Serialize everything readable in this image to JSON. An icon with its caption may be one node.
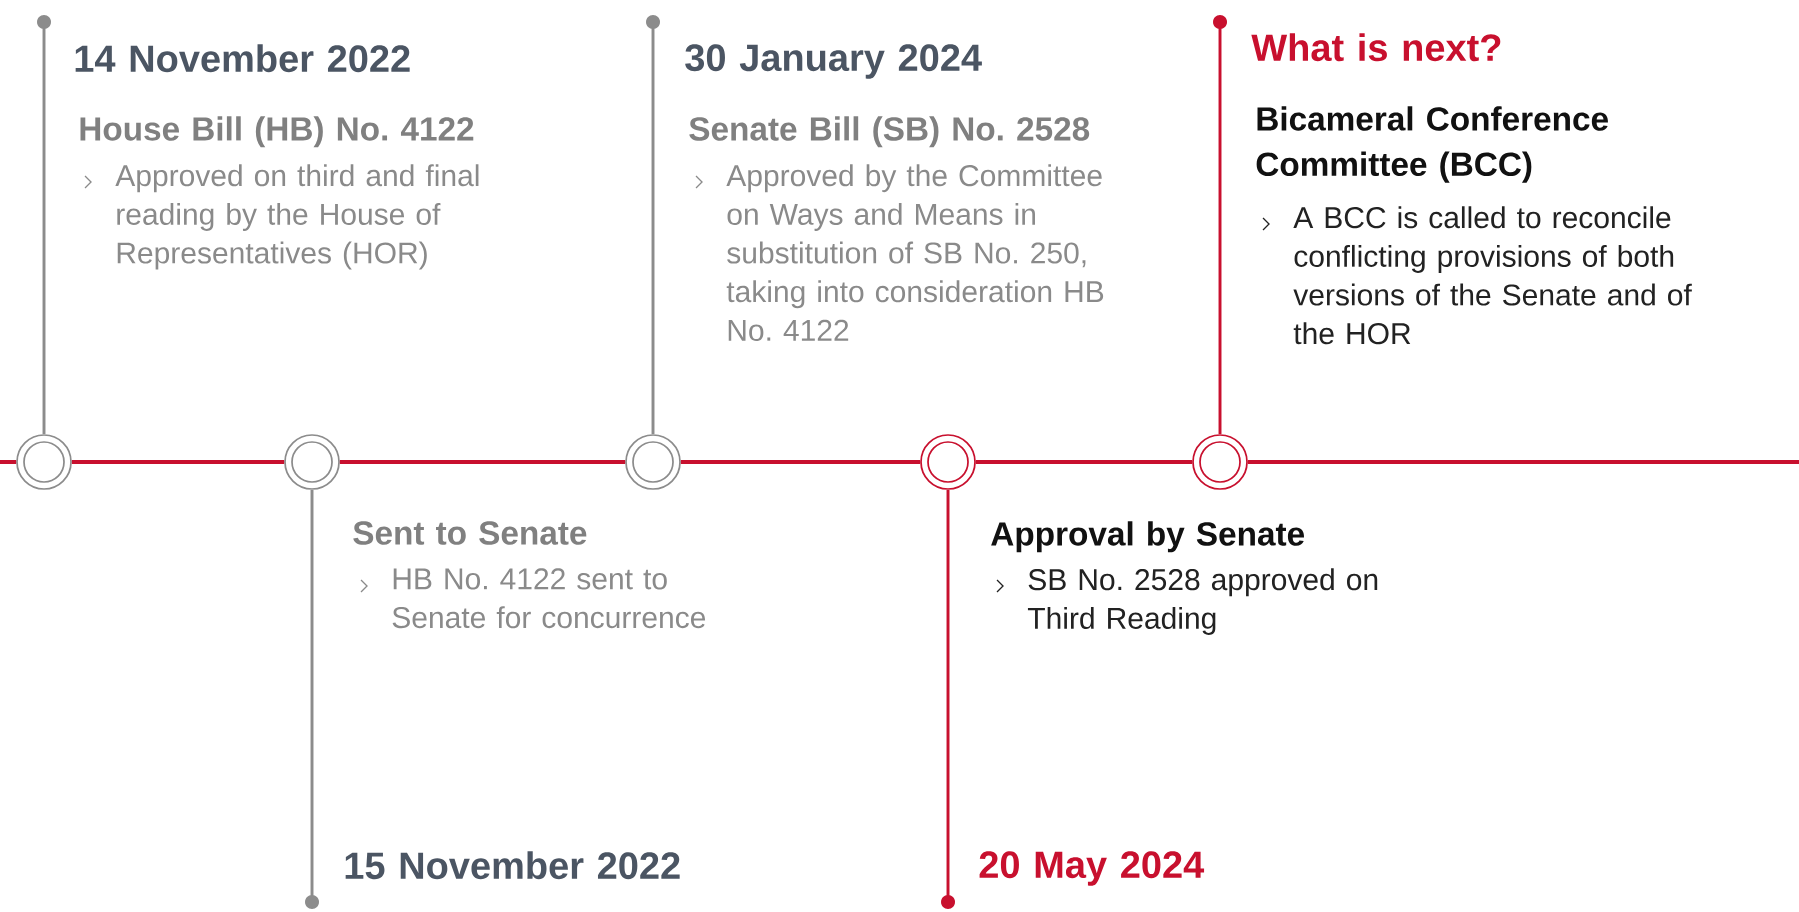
{
  "diagram": {
    "nodes": [
      {
        "text": [],
        "shape": "circle",
        "beside": [
          "14 November 2022",
          "House Bill (HB) No. 4122",
          "Approved on third and final reading by the House of Representatives (HOR)"
        ]
      },
      {
        "text": [],
        "shape": "circle",
        "beside": [
          "Sent to Senate",
          "HB No. 4122 sent to Senate for concurrence"
        ]
      },
      {
        "text": [],
        "shape": "circle",
        "beside": [
          "30 January 2024",
          "Senate Bill (SB) No. 2528",
          "Approved by the Committee on Ways and Means in substitution of SB No. 250, taking into consideration HB No. 4122"
        ]
      },
      {
        "text": [],
        "shape": "circle",
        "beside": [
          "Approval by Senate",
          "SB No. 2528 approved on Third Reading"
        ]
      },
      {
        "text": [],
        "shape": "circle",
        "beside": [
          "What is next?",
          "Bicameral Conference Committee (BCC)",
          "A BCC is called to reconcile conflicting provisions of both versions of the Senate and of the HOR"
        ]
      }
    ],
    "edges": [
      {
        "from": null,
        "to": 0,
        "arrow": "none"
      },
      {
        "from": 0,
        "to": 1,
        "arrow": "none"
      },
      {
        "from": 1,
        "to": 2,
        "arrow": "none"
      },
      {
        "from": 2,
        "to": 3,
        "arrow": "none"
      },
      {
        "from": 3,
        "to": 4,
        "arrow": "none"
      },
      {
        "from": 4,
        "to": null,
        "arrow": "none"
      }
    ],
    "labels": [
      "15 November 2022",
      "20 May 2024"
    ]
  }
}
